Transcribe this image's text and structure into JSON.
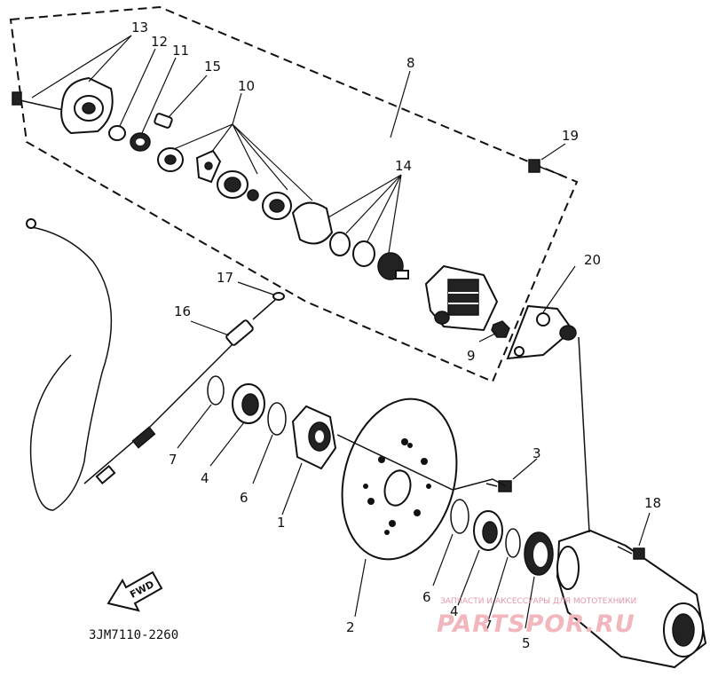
{
  "diagram": {
    "part_code": "3JM7110-2260",
    "fwd_label": "FWD",
    "watermark": {
      "line1": "ЗАПЧАСТИ И АКСЕССУАРЫ ДЛЯ МОТОТЕХНИКИ",
      "line2": "PARTSPOR.RU"
    },
    "callouts": {
      "c1": "1",
      "c2": "2",
      "c3": "3",
      "c4a": "4",
      "c4b": "4",
      "c5": "5",
      "c6a": "6",
      "c6b": "6",
      "c7a": "7",
      "c7b": "7",
      "c8": "8",
      "c9": "9",
      "c10": "10",
      "c11": "11",
      "c12": "12",
      "c13": "13",
      "c14": "14",
      "c15": "15",
      "c16": "16",
      "c17": "17",
      "c18": "18",
      "c19": "19",
      "c20": "20"
    },
    "accent_color": "#111111",
    "watermark_color": "#f2b6bd"
  }
}
